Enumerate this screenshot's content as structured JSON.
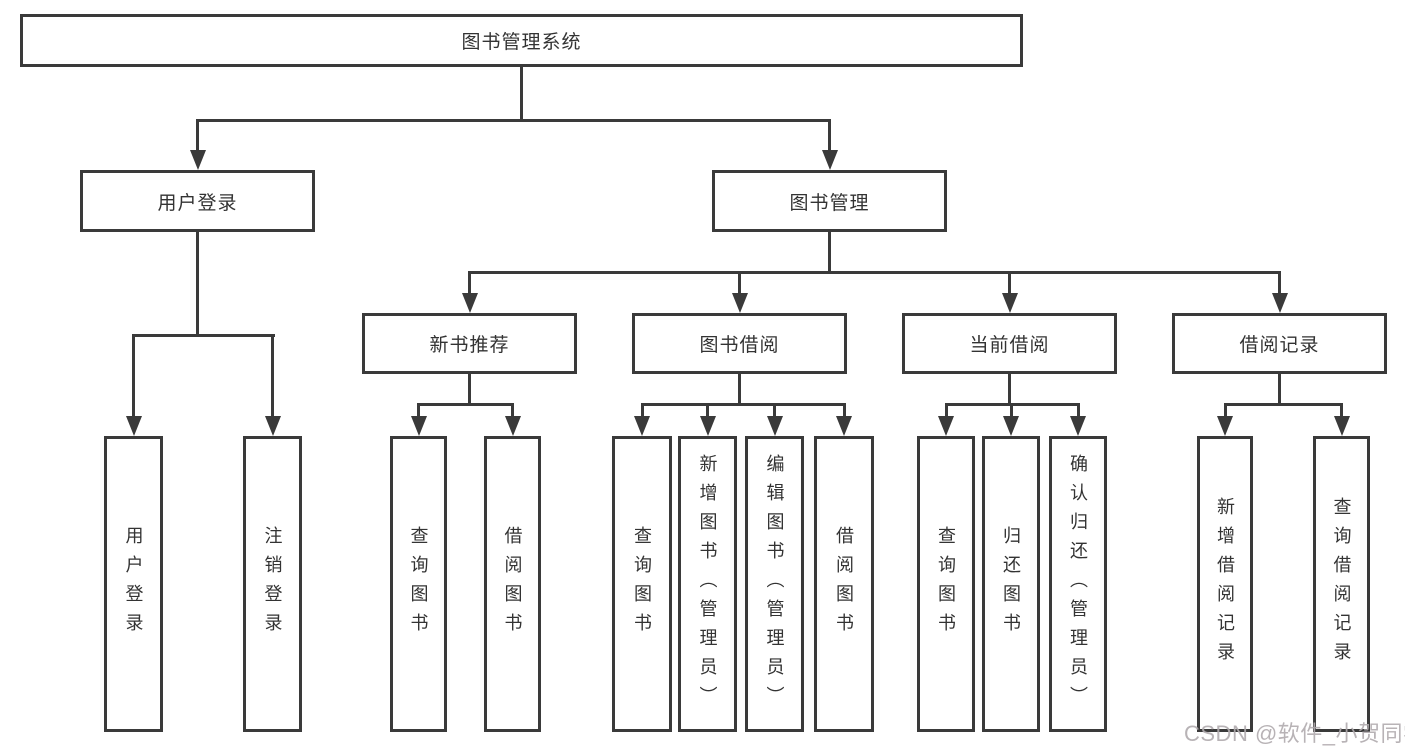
{
  "tree": {
    "root": "图书管理系统",
    "user_login": {
      "label": "用户登录",
      "children": [
        "用户登录",
        "注销登录"
      ]
    },
    "book_management": {
      "label": "图书管理",
      "sections": {
        "new_books": {
          "label": "新书推荐",
          "children": [
            "查询图书",
            "借阅图书"
          ]
        },
        "borrowing": {
          "label": "图书借阅",
          "children": [
            "查询图书",
            "新增图书（管理员）",
            "编辑图书（管理员）",
            "借阅图书"
          ]
        },
        "current": {
          "label": "当前借阅",
          "children": [
            "查询图书",
            "归还图书",
            "确认归还（管理员）"
          ]
        },
        "records": {
          "label": "借阅记录",
          "children": [
            "新增借阅记录",
            "查询借阅记录"
          ]
        }
      }
    }
  },
  "watermark": "CSDN @软件_小贺同学",
  "colors": {
    "line": "#3a3a3a",
    "text": "#333333",
    "watermark": "#b0abae"
  }
}
